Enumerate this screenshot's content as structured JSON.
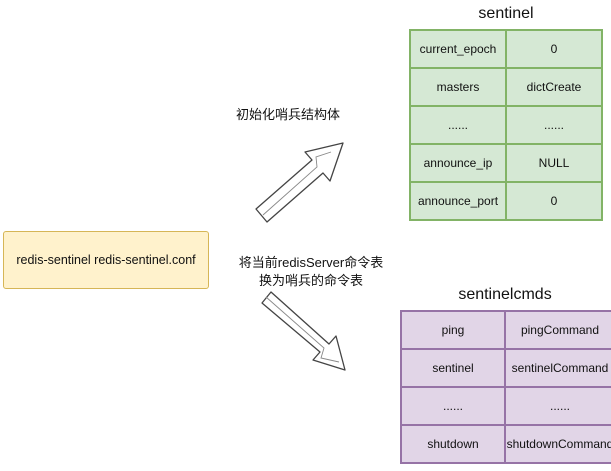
{
  "command_box": {
    "text": "redis-sentinel redis-sentinel.conf"
  },
  "arrow_top": {
    "label": "初始化哨兵结构体"
  },
  "arrow_bottom": {
    "label_line1": "将当前redisServer命令表",
    "label_line2": "换为哨兵的命令表"
  },
  "sentinel_table": {
    "title": "sentinel",
    "rows": [
      {
        "key": "current_epoch",
        "value": "0"
      },
      {
        "key": "masters",
        "value": "dictCreate"
      },
      {
        "key": "......",
        "value": "......"
      },
      {
        "key": "announce_ip",
        "value": "NULL"
      },
      {
        "key": "announce_port",
        "value": "0"
      }
    ]
  },
  "sentinelcmds_table": {
    "title": "sentinelcmds",
    "rows": [
      {
        "key": "ping",
        "value": "pingCommand"
      },
      {
        "key": "sentinel",
        "value": "sentinelCommand"
      },
      {
        "key": "......",
        "value": "......"
      },
      {
        "key": "shutdown",
        "value": "shutdownCommand"
      }
    ]
  },
  "colors": {
    "green_border": "#82b366",
    "green_fill": "#d5e8d4",
    "purple_border": "#9673a6",
    "purple_fill": "#e1d5e7",
    "yellow_border": "#d6b656",
    "yellow_fill": "#fff2cc"
  }
}
